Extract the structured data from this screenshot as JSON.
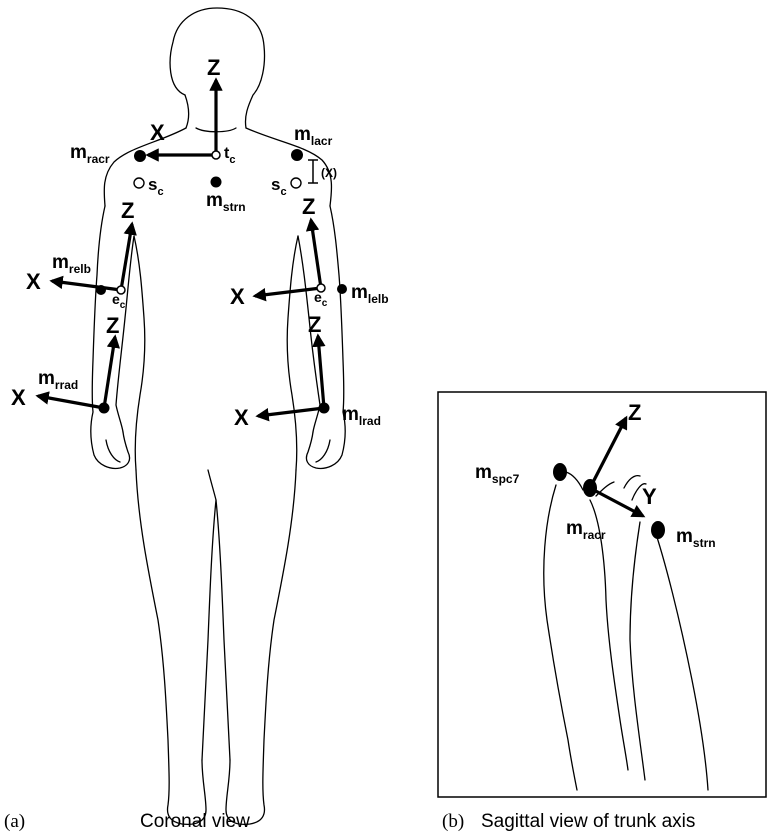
{
  "panel_a": {
    "caption_letter": "(a)",
    "caption": "Coronal view",
    "trunk": {
      "origin": "t",
      "origin_sub": "c",
      "x_label": "X",
      "z_label": "Z"
    },
    "markers": {
      "racr": {
        "base": "m",
        "sub": "racr"
      },
      "lacr": {
        "base": "m",
        "sub": "lacr"
      },
      "strn": {
        "base": "m",
        "sub": "strn"
      },
      "relb": {
        "base": "m",
        "sub": "relb"
      },
      "lelb": {
        "base": "m",
        "sub": "lelb"
      },
      "rrad": {
        "base": "m",
        "sub": "rrad"
      },
      "lrad": {
        "base": "m",
        "sub": "lrad"
      }
    },
    "shoulder_centers": {
      "base": "s",
      "sub": "c"
    },
    "offset_note": "(X)",
    "elbow_centers": {
      "base": "e",
      "sub": "c"
    },
    "right_upperarm": {
      "x_label": "X",
      "z_label": "Z"
    },
    "left_upperarm": {
      "x_label": "X",
      "z_label": "Z"
    },
    "right_forearm": {
      "x_label": "X",
      "z_label": "Z"
    },
    "left_forearm": {
      "x_label": "X",
      "z_label": "Z"
    }
  },
  "panel_b": {
    "caption_letter": "(b)",
    "caption": "Sagittal view of trunk axis",
    "z_label": "Z",
    "y_label": "Y",
    "markers": {
      "spc7": {
        "base": "m",
        "sub": "spc7"
      },
      "racr": {
        "base": "m",
        "sub": "racr"
      },
      "strn": {
        "base": "m",
        "sub": "strn"
      }
    }
  }
}
